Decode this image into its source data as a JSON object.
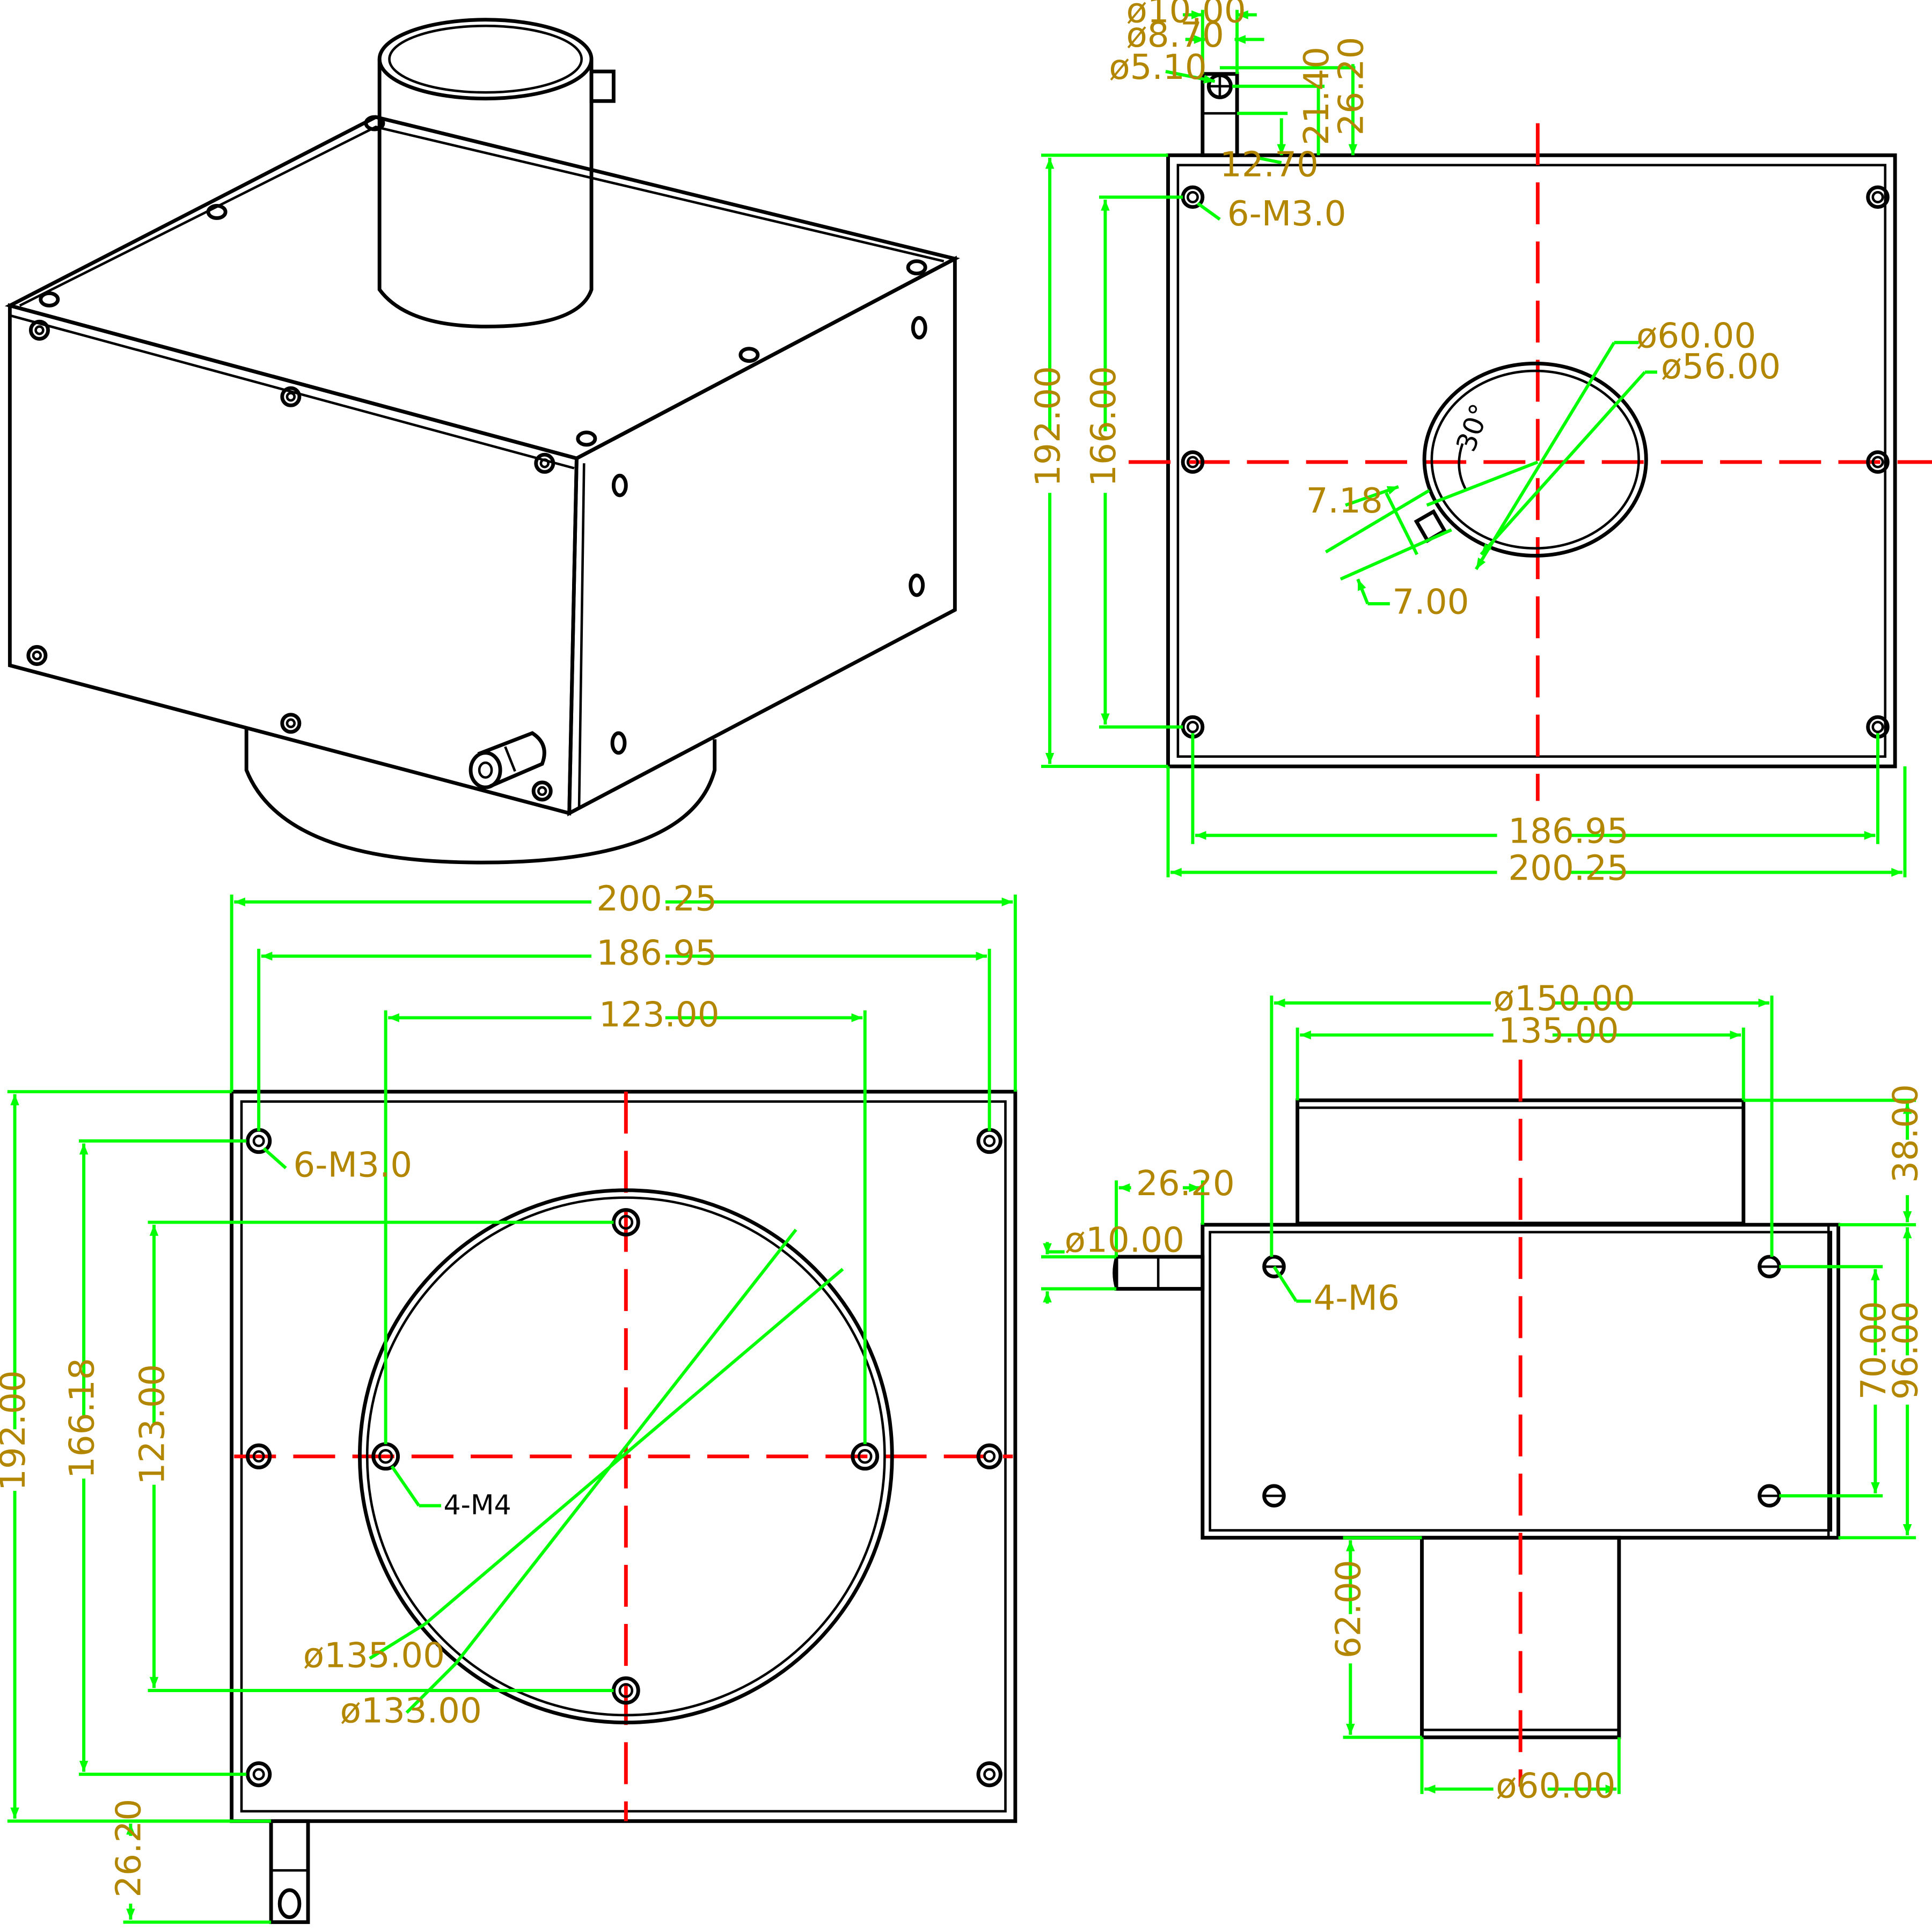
{
  "isometric": {},
  "top_view": {
    "dim_d10": "ø10.00",
    "dim_d87": "ø8.70",
    "dim_d51": "ø5.10",
    "dim_2140": "21.40",
    "dim_2620": "26.20",
    "dim_1270": "12.70",
    "dim_192": "192.00",
    "dim_166": "166.00",
    "holes_label": "6-M3.0",
    "dim_d60": "ø60.00",
    "dim_d56": "ø56.00",
    "dim_718": "7.18",
    "dim_700": "7.00",
    "angle_label": "30°",
    "dim_18695": "186.95",
    "dim_20025": "200.25"
  },
  "bottom_view": {
    "dim_20025": "200.25",
    "dim_18695": "186.95",
    "dim_123_h": "123.00",
    "dim_192": "192.00",
    "dim_16618": "166.18",
    "dim_123_v": "123.00",
    "holes_label": "6-M3.0",
    "holes_m4_label": "4-M4",
    "dim_d135": "ø135.00",
    "dim_d133": "ø133.00",
    "dim_2620": "26.20"
  },
  "side_view": {
    "dim_d150": "ø150.00",
    "dim_135": "135.00",
    "dim_2620": "26.20",
    "dim_d10": "ø10.00",
    "holes_m6_label": "4-M6",
    "dim_38": "38.00",
    "dim_70": "70.00",
    "dim_96": "96.00",
    "dim_62": "62.00",
    "dim_d60": "ø60.00"
  }
}
